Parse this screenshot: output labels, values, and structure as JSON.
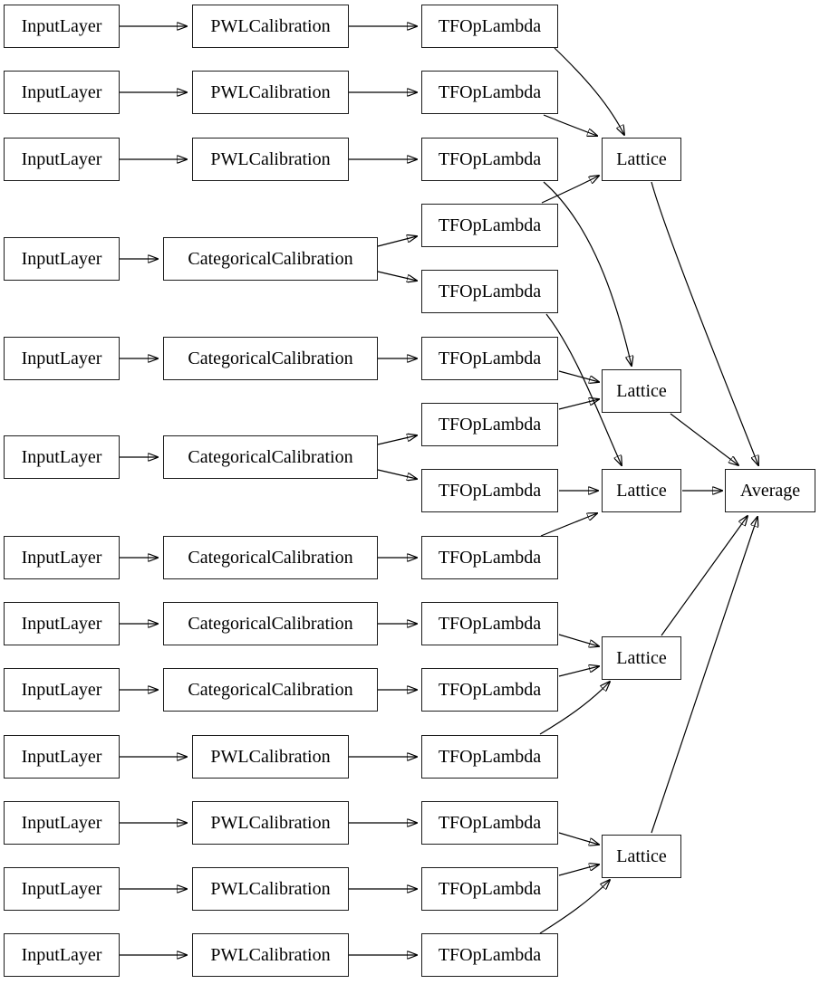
{
  "diagram": {
    "type": "layer-graph",
    "direction": "left-to-right",
    "colors": {
      "background": "#ffffff",
      "node_fill": "#ffffff",
      "node_border": "#1c1c1c",
      "edge": "#000000",
      "text": "#000000"
    },
    "nodes": {
      "input_1": {
        "label": "InputLayer"
      },
      "input_2": {
        "label": "InputLayer"
      },
      "input_3": {
        "label": "InputLayer"
      },
      "input_4": {
        "label": "InputLayer"
      },
      "input_5": {
        "label": "InputLayer"
      },
      "input_6": {
        "label": "InputLayer"
      },
      "input_7": {
        "label": "InputLayer"
      },
      "input_8": {
        "label": "InputLayer"
      },
      "input_9": {
        "label": "InputLayer"
      },
      "input_10": {
        "label": "InputLayer"
      },
      "input_11": {
        "label": "InputLayer"
      },
      "input_12": {
        "label": "InputLayer"
      },
      "input_13": {
        "label": "InputLayer"
      },
      "pwl_1": {
        "label": "PWLCalibration"
      },
      "pwl_2": {
        "label": "PWLCalibration"
      },
      "pwl_3": {
        "label": "PWLCalibration"
      },
      "pwl_4": {
        "label": "PWLCalibration"
      },
      "pwl_5": {
        "label": "PWLCalibration"
      },
      "pwl_6": {
        "label": "PWLCalibration"
      },
      "pwl_7": {
        "label": "PWLCalibration"
      },
      "cat_1": {
        "label": "CategoricalCalibration"
      },
      "cat_2": {
        "label": "CategoricalCalibration"
      },
      "cat_3": {
        "label": "CategoricalCalibration"
      },
      "cat_4": {
        "label": "CategoricalCalibration"
      },
      "cat_5": {
        "label": "CategoricalCalibration"
      },
      "cat_6": {
        "label": "CategoricalCalibration"
      },
      "lambda_1": {
        "label": "TFOpLambda"
      },
      "lambda_2": {
        "label": "TFOpLambda"
      },
      "lambda_3": {
        "label": "TFOpLambda"
      },
      "lambda_4": {
        "label": "TFOpLambda"
      },
      "lambda_5": {
        "label": "TFOpLambda"
      },
      "lambda_6": {
        "label": "TFOpLambda"
      },
      "lambda_7": {
        "label": "TFOpLambda"
      },
      "lambda_8": {
        "label": "TFOpLambda"
      },
      "lambda_9": {
        "label": "TFOpLambda"
      },
      "lambda_10": {
        "label": "TFOpLambda"
      },
      "lambda_11": {
        "label": "TFOpLambda"
      },
      "lambda_12": {
        "label": "TFOpLambda"
      },
      "lambda_13": {
        "label": "TFOpLambda"
      },
      "lambda_14": {
        "label": "TFOpLambda"
      },
      "lambda_15": {
        "label": "TFOpLambda"
      },
      "lattice_1": {
        "label": "Lattice"
      },
      "lattice_2": {
        "label": "Lattice"
      },
      "lattice_3": {
        "label": "Lattice"
      },
      "lattice_4": {
        "label": "Lattice"
      },
      "lattice_5": {
        "label": "Lattice"
      },
      "average": {
        "label": "Average"
      }
    },
    "edges": [
      {
        "from": "input_1",
        "to": "pwl_1"
      },
      {
        "from": "input_2",
        "to": "pwl_2"
      },
      {
        "from": "input_3",
        "to": "pwl_3"
      },
      {
        "from": "input_4",
        "to": "cat_1"
      },
      {
        "from": "input_5",
        "to": "cat_2"
      },
      {
        "from": "input_6",
        "to": "cat_3"
      },
      {
        "from": "input_7",
        "to": "cat_4"
      },
      {
        "from": "input_8",
        "to": "cat_5"
      },
      {
        "from": "input_9",
        "to": "cat_6"
      },
      {
        "from": "input_10",
        "to": "pwl_4"
      },
      {
        "from": "input_11",
        "to": "pwl_5"
      },
      {
        "from": "input_12",
        "to": "pwl_6"
      },
      {
        "from": "input_13",
        "to": "pwl_7"
      },
      {
        "from": "pwl_1",
        "to": "lambda_1"
      },
      {
        "from": "pwl_2",
        "to": "lambda_2"
      },
      {
        "from": "pwl_3",
        "to": "lambda_3"
      },
      {
        "from": "cat_1",
        "to": "lambda_4"
      },
      {
        "from": "cat_1",
        "to": "lambda_5"
      },
      {
        "from": "cat_2",
        "to": "lambda_6"
      },
      {
        "from": "cat_3",
        "to": "lambda_7"
      },
      {
        "from": "cat_3",
        "to": "lambda_8"
      },
      {
        "from": "cat_4",
        "to": "lambda_9"
      },
      {
        "from": "cat_5",
        "to": "lambda_10"
      },
      {
        "from": "cat_6",
        "to": "lambda_11"
      },
      {
        "from": "pwl_4",
        "to": "lambda_12"
      },
      {
        "from": "pwl_5",
        "to": "lambda_13"
      },
      {
        "from": "pwl_6",
        "to": "lambda_14"
      },
      {
        "from": "pwl_7",
        "to": "lambda_15"
      },
      {
        "from": "lambda_1",
        "to": "lattice_1"
      },
      {
        "from": "lambda_2",
        "to": "lattice_1"
      },
      {
        "from": "lambda_3",
        "to": "lattice_2"
      },
      {
        "from": "lambda_4",
        "to": "lattice_1"
      },
      {
        "from": "lambda_5",
        "to": "lattice_3"
      },
      {
        "from": "lambda_6",
        "to": "lattice_2"
      },
      {
        "from": "lambda_7",
        "to": "lattice_2"
      },
      {
        "from": "lambda_8",
        "to": "lattice_3"
      },
      {
        "from": "lambda_9",
        "to": "lattice_3"
      },
      {
        "from": "lambda_10",
        "to": "lattice_4"
      },
      {
        "from": "lambda_11",
        "to": "lattice_4"
      },
      {
        "from": "lambda_12",
        "to": "lattice_4"
      },
      {
        "from": "lambda_13",
        "to": "lattice_5"
      },
      {
        "from": "lambda_14",
        "to": "lattice_5"
      },
      {
        "from": "lambda_15",
        "to": "lattice_5"
      },
      {
        "from": "lattice_1",
        "to": "average"
      },
      {
        "from": "lattice_2",
        "to": "average"
      },
      {
        "from": "lattice_3",
        "to": "average"
      },
      {
        "from": "lattice_4",
        "to": "average"
      },
      {
        "from": "lattice_5",
        "to": "average"
      }
    ]
  }
}
